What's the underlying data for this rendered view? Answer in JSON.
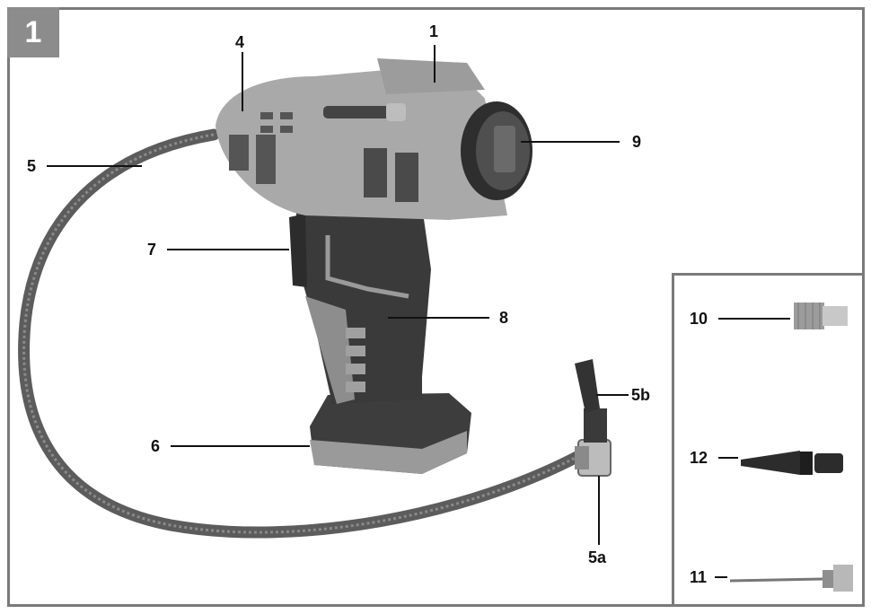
{
  "figure": {
    "number": "1"
  },
  "callouts": {
    "c1": "1",
    "c4": "4",
    "c5": "5",
    "c5a": "5a",
    "c5b": "5b",
    "c6": "6",
    "c7": "7",
    "c8": "8",
    "c9": "9",
    "c10": "10",
    "c11": "11",
    "c12": "12"
  },
  "colors": {
    "frame": "#7a7a7a",
    "badge": "#8c8c8c",
    "body_light": "#a9a9a9",
    "body_dark": "#4a4a4a",
    "hose": "#5c5c5c"
  },
  "illustration": "cordless-tyre-inflator-photo"
}
